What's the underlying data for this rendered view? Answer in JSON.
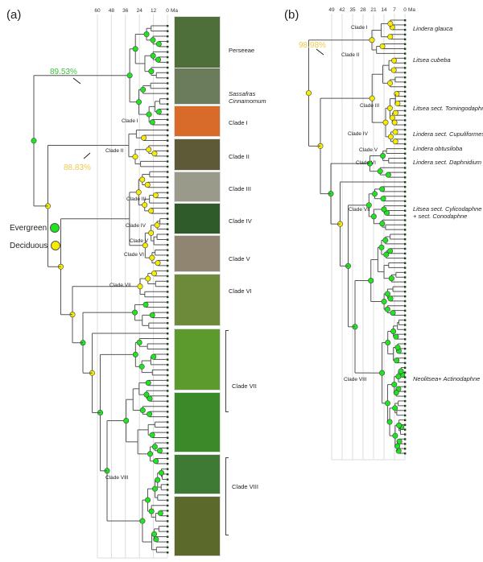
{
  "panels": {
    "a": {
      "label": "(a)"
    },
    "b": {
      "label": "(b)"
    }
  },
  "legend": {
    "evergreen": {
      "label": "Evergreen",
      "color": "#1ee61e"
    },
    "deciduous": {
      "label": "Deciduous",
      "color": "#f5ec00"
    }
  },
  "colors": {
    "evergreen": "#1ee61e",
    "deciduous": "#f5ec00",
    "pct_green": "#3ec23e",
    "pct_yellow": "#f2c84b",
    "branch": "#555555",
    "grid": "#dddddd"
  },
  "annotations_a": [
    {
      "text": "89.53%",
      "color_key": "pct_green"
    },
    {
      "text": "88.83%",
      "color_key": "pct_yellow"
    }
  ],
  "annotations_b": [
    {
      "text": "98.98%",
      "color_key": "pct_yellow"
    }
  ],
  "axis_a": {
    "ticks": [
      "60",
      "48",
      "36",
      "24",
      "12",
      "0"
    ],
    "unit": "Ma",
    "max": 60
  },
  "axis_b": {
    "ticks": [
      "49",
      "42",
      "35",
      "28",
      "21",
      "14",
      "7",
      "0"
    ],
    "unit": "Ma",
    "max": 49
  },
  "clades_a_internal": [
    "Clade I",
    "Clade II",
    "Clade III",
    "Clade IV",
    "Clade V",
    "Clade VI",
    "Clade VII",
    "Clade VIII"
  ],
  "photo_labels_a": [
    {
      "text": "Perseeae",
      "italic": false
    },
    {
      "text": "Sassafras\nCinnamomum",
      "italic": true
    },
    {
      "text": "Clade I",
      "italic": false
    },
    {
      "text": "Clade II",
      "italic": false
    },
    {
      "text": "Clade III",
      "italic": false
    },
    {
      "text": "Clade IV",
      "italic": false
    },
    {
      "text": "Clade V",
      "italic": false
    },
    {
      "text": "Clade VI",
      "italic": false
    },
    {
      "text": "Clade VII",
      "italic": false
    },
    {
      "text": "Clade VIII",
      "italic": false
    }
  ],
  "photos_a": [
    {
      "name": "perseeae",
      "color": "#4f6f3a"
    },
    {
      "name": "sassafras-cinnamomum",
      "color": "#6a7c5a"
    },
    {
      "name": "clade-i",
      "color": "#d86a2a"
    },
    {
      "name": "clade-ii",
      "color": "#5e5a38"
    },
    {
      "name": "clade-iii",
      "color": "#9a9a8a"
    },
    {
      "name": "clade-iv",
      "color": "#2f5a2a"
    },
    {
      "name": "clade-v",
      "color": "#8f8570"
    },
    {
      "name": "clade-vi",
      "color": "#6c8a3a"
    },
    {
      "name": "clade-vii-1",
      "color": "#5d9a2e"
    },
    {
      "name": "clade-vii-2",
      "color": "#3a8a2a"
    },
    {
      "name": "clade-viii-1",
      "color": "#3e7a34"
    },
    {
      "name": "clade-viii-2",
      "color": "#5b6a2a"
    }
  ],
  "clades_b_internal": [
    "Clade I",
    "Clade II",
    "Clade III",
    "Clade IV",
    "Clade V",
    "Clade VI",
    "Clade VII",
    "Clade VIII"
  ],
  "taxa_b": [
    "Lindera glauca",
    "Litsea cubeba",
    "Litsea sect. Tomingodaphne",
    "Lindera sect. Cupuliformes",
    "Lindera obtusiloba",
    "Lindera sect. Daphnidium",
    "Litsea sect. Cylicodaphne\n+ sect. Conodaphne",
    "Neolitsea+ Actinodaphne"
  ]
}
